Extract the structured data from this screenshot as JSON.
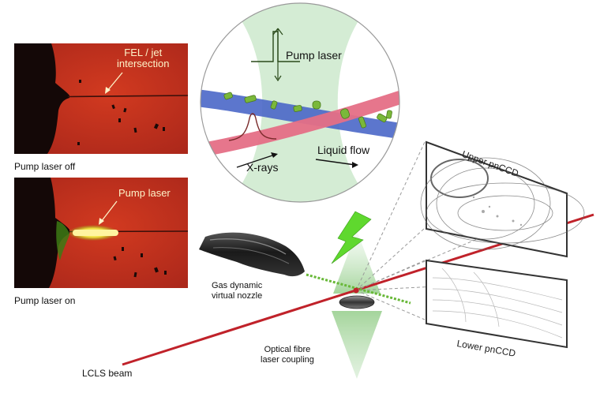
{
  "photos": {
    "top": {
      "caption": "Pump laser off",
      "annotation": "FEL / jet\nintersection"
    },
    "bottom": {
      "caption": "Pump laser on",
      "annotation": "Pump laser"
    }
  },
  "circle_inset": {
    "pump_laser": "Pump laser",
    "xrays": "X-rays",
    "liquid_flow": "Liquid flow"
  },
  "setup": {
    "nozzle": "Gas dynamic\nvirtual nozzle",
    "fibre": "Optical fibre\nlaser coupling",
    "beam": "LCLS beam",
    "upper_detector": "Upper pnCCD",
    "lower_detector": "Lower pnCCD"
  },
  "colors": {
    "photo_background": "#c8321c",
    "fel_beam": "#c0222a",
    "xray_band": "#4a67c8",
    "pump_beam": "#e8788a",
    "laser_cone": "#a8d8a0",
    "lightning": "#62d832",
    "jet_stream": "#68b838"
  }
}
